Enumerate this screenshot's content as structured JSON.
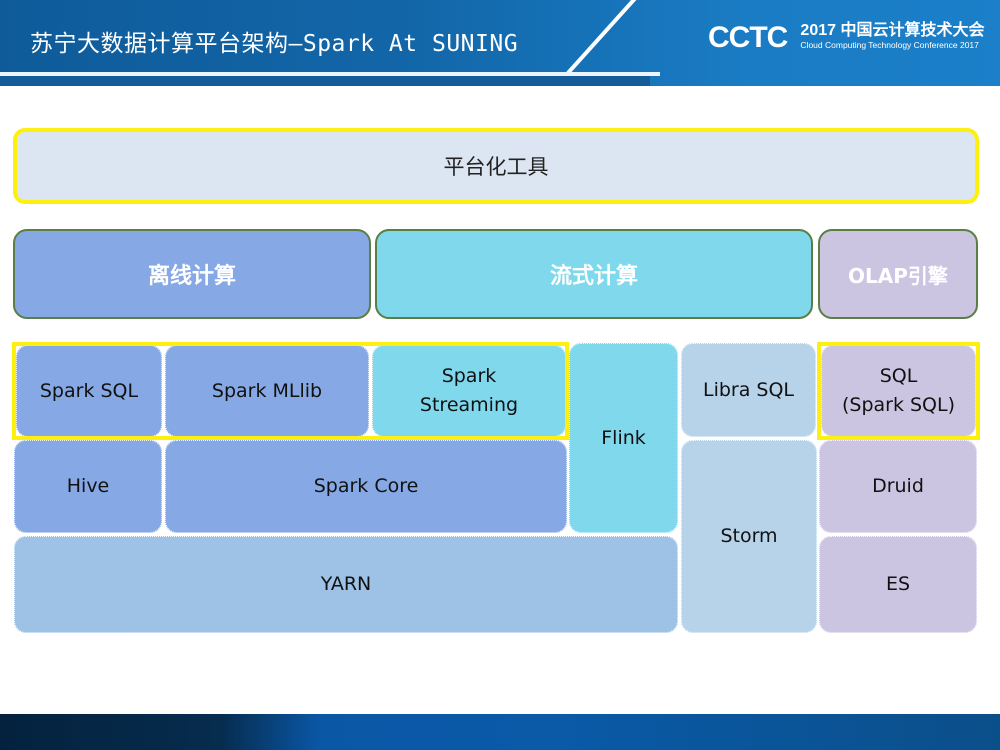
{
  "slide": {
    "title": "苏宁大数据计算平台架构—Spark At SUNING",
    "logo": {
      "brand": "CCTC",
      "name_cn": "2017 中国云计算技术大会",
      "name_en": "Cloud Computing Technology Conference 2017"
    }
  },
  "colors": {
    "header_blue": "#1266a8",
    "highlight_yellow": "#fdf010",
    "batch_blue": "#86a8e4",
    "stream_cyan": "#7fd8ec",
    "olap_lavender": "#ccc5e2",
    "storm_light": "#b6d3ea",
    "yarn_blue": "#9dc2e6",
    "tool_bg": "#dce6f2"
  },
  "diagram": {
    "platform_tools": "平台化工具",
    "categories": {
      "offline": "离线计算",
      "streaming": "流式计算",
      "olap": "OLAP引擎"
    },
    "components": {
      "spark_sql": "Spark SQL",
      "spark_mllib": "Spark MLlib",
      "spark_streaming": "Spark\nStreaming",
      "flink": "Flink",
      "libra_sql": "Libra SQL",
      "olap_sql": "SQL\n(Spark SQL)",
      "hive": "Hive",
      "spark_core": "Spark Core",
      "storm": "Storm",
      "druid": "Druid",
      "yarn": "YARN",
      "es": "ES"
    }
  }
}
